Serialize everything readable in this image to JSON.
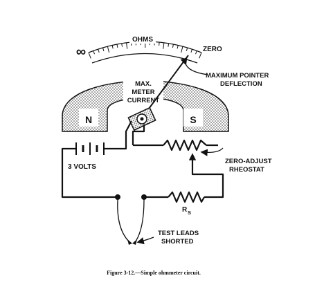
{
  "diagram": {
    "scale_label": "OHMS",
    "infinity_symbol": "∞",
    "zero_label": "ZERO",
    "max_deflection_label": [
      "MAXIMUM POINTER",
      "DEFLECTION"
    ],
    "max_current_label": [
      "MAX.",
      "METER",
      "CURRENT"
    ],
    "magnet_north": "N",
    "magnet_south": "S",
    "battery_label": "3 VOLTS",
    "rheostat_label": [
      "ZERO-ADJUST",
      "RHEOSTAT"
    ],
    "resistor_label": "R",
    "resistor_subscript": "S",
    "leads_label": [
      "TEST LEADS",
      "SHORTED"
    ]
  },
  "caption": "Figure 3-12.—Simple ohmmeter circuit.",
  "colors": {
    "ink": "#111111",
    "paper": "#ffffff"
  }
}
